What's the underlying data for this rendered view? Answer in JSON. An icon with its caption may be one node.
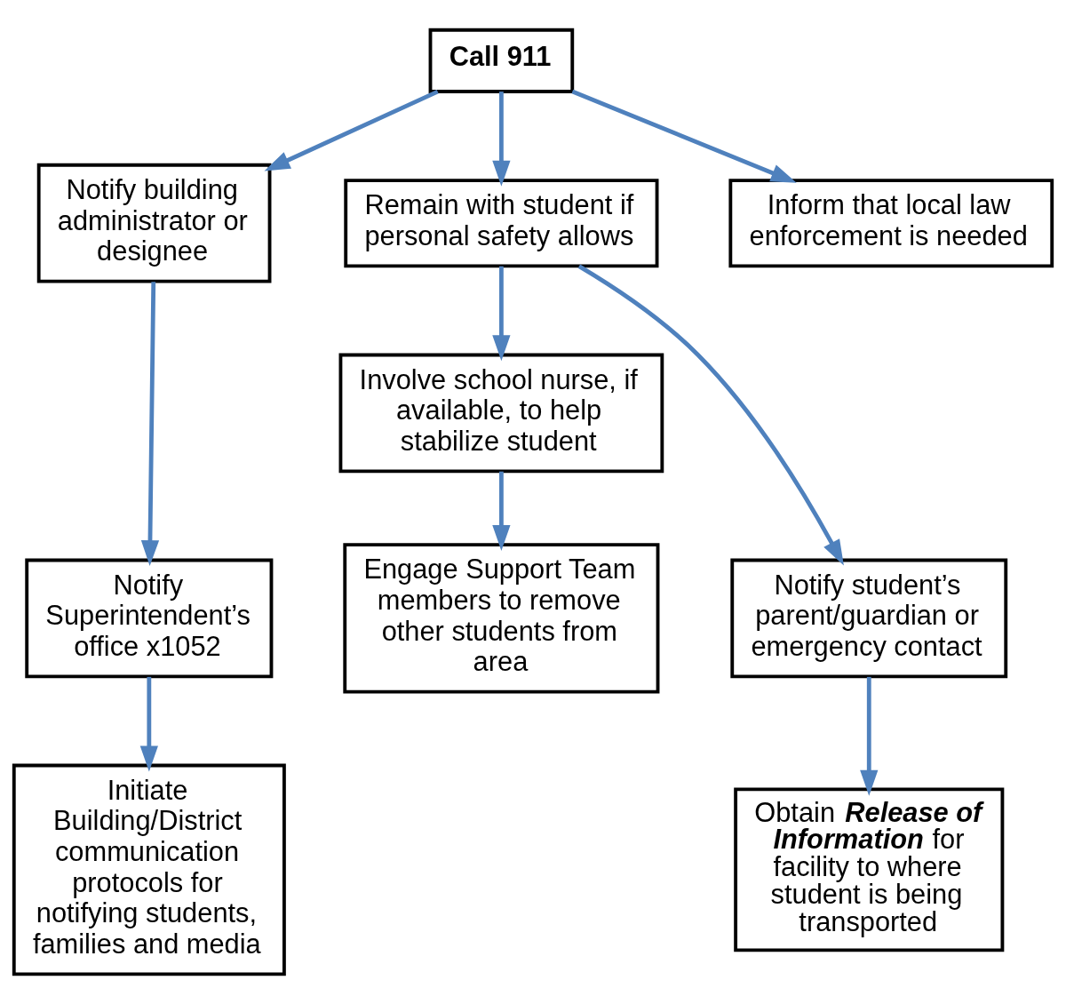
{
  "diagram": {
    "nodes": [
      {
        "text": [
          "Call 911"
        ]
      },
      {
        "text": [
          "Notify building administrator or designee"
        ]
      },
      {
        "text": [
          "Remain with student if personal safety allows"
        ]
      },
      {
        "text": [
          "Inform that local law enforcement is needed"
        ]
      },
      {
        "text": [
          "Involve school nurse, if available, to help stabilize student"
        ]
      },
      {
        "text": [
          "Notify Superintendent’s office x1052"
        ]
      },
      {
        "text": [
          "Engage Support Team members to remove other students from area"
        ]
      },
      {
        "text": [
          "Notify student’s parent/guardian or emergency contact"
        ]
      },
      {
        "text": [
          "Initiate Building/District communication protocols for notifying students, families and media"
        ]
      },
      {
        "text": [
          "Obtain **Release of Information** for facility to where student is being transported"
        ]
      }
    ],
    "edges": [
      {
        "from": 0,
        "to": 1,
        "arrow": "to"
      },
      {
        "from": 0,
        "to": 2,
        "arrow": "to"
      },
      {
        "from": 0,
        "to": 3,
        "arrow": "to"
      },
      {
        "from": 1,
        "to": 5,
        "arrow": "to"
      },
      {
        "from": 2,
        "to": 4,
        "arrow": "to"
      },
      {
        "from": 2,
        "to": 7,
        "arrow": "to"
      },
      {
        "from": 4,
        "to": 6,
        "arrow": "to"
      },
      {
        "from": 5,
        "to": 8,
        "arrow": "to"
      },
      {
        "from": 7,
        "to": 9,
        "arrow": "to"
      }
    ]
  }
}
